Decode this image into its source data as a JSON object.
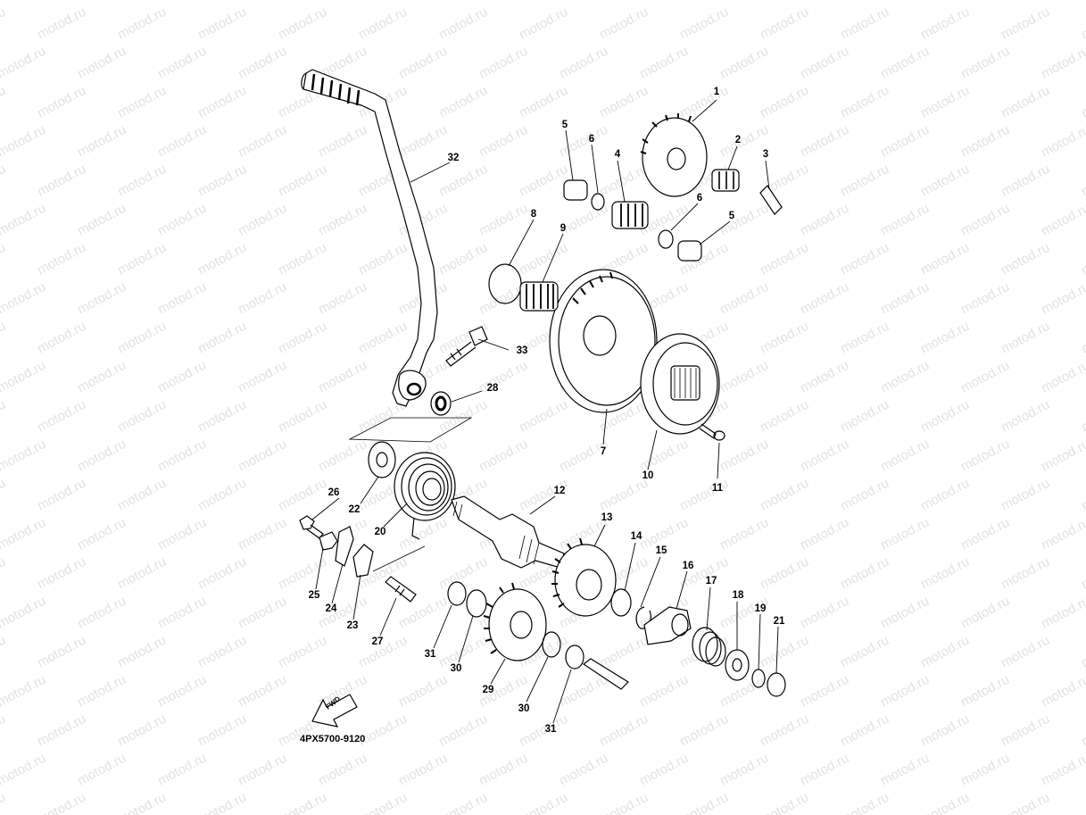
{
  "watermark": "motod.ru",
  "part_code": "4PX5700-9120",
  "direction_label": "FWD",
  "callouts": [
    {
      "id": "c1",
      "text": "1"
    },
    {
      "id": "c2",
      "text": "2"
    },
    {
      "id": "c3",
      "text": "3"
    },
    {
      "id": "c4",
      "text": "4"
    },
    {
      "id": "c5a",
      "text": "5"
    },
    {
      "id": "c5b",
      "text": "5"
    },
    {
      "id": "c6a",
      "text": "6"
    },
    {
      "id": "c6b",
      "text": "6"
    },
    {
      "id": "c7",
      "text": "7"
    },
    {
      "id": "c8",
      "text": "8"
    },
    {
      "id": "c9",
      "text": "9"
    },
    {
      "id": "c10",
      "text": "10"
    },
    {
      "id": "c11",
      "text": "11"
    },
    {
      "id": "c12",
      "text": "12"
    },
    {
      "id": "c13",
      "text": "13"
    },
    {
      "id": "c14",
      "text": "14"
    },
    {
      "id": "c15",
      "text": "15"
    },
    {
      "id": "c16",
      "text": "16"
    },
    {
      "id": "c17",
      "text": "17"
    },
    {
      "id": "c18",
      "text": "18"
    },
    {
      "id": "c19",
      "text": "19"
    },
    {
      "id": "c20",
      "text": "20"
    },
    {
      "id": "c21",
      "text": "21"
    },
    {
      "id": "c22",
      "text": "22"
    },
    {
      "id": "c23",
      "text": "23"
    },
    {
      "id": "c24",
      "text": "24"
    },
    {
      "id": "c25",
      "text": "25"
    },
    {
      "id": "c26",
      "text": "26"
    },
    {
      "id": "c27",
      "text": "27"
    },
    {
      "id": "c28",
      "text": "28"
    },
    {
      "id": "c29",
      "text": "29"
    },
    {
      "id": "c30a",
      "text": "30"
    },
    {
      "id": "c30b",
      "text": "30"
    },
    {
      "id": "c31a",
      "text": "31"
    },
    {
      "id": "c31b",
      "text": "31"
    },
    {
      "id": "c32",
      "text": "32"
    },
    {
      "id": "c33",
      "text": "33"
    }
  ]
}
